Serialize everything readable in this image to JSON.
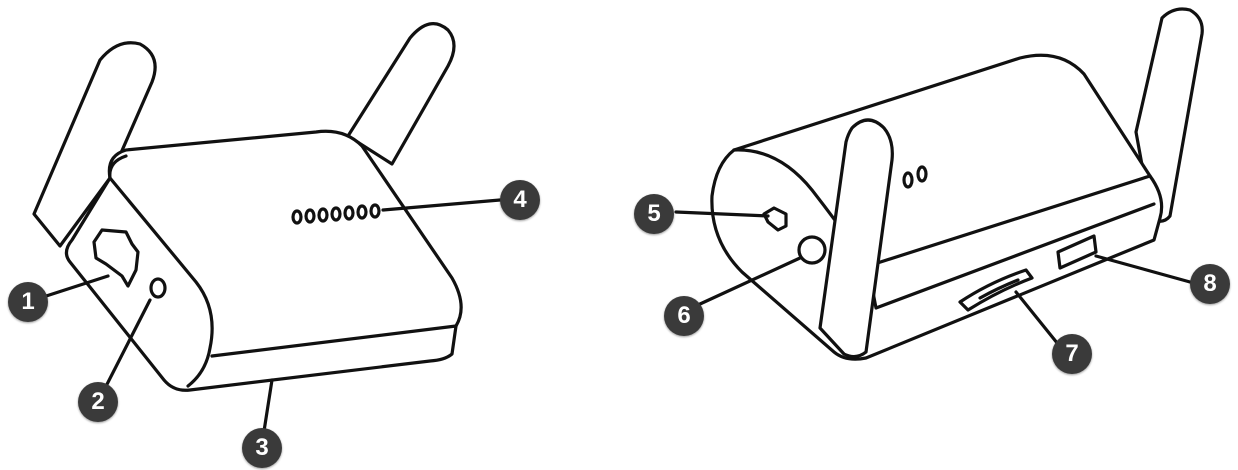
{
  "colors": {
    "badge_bg": "#3a3a3a",
    "badge_text": "#ffffff",
    "line": "#111111"
  },
  "callouts": [
    {
      "id": "port",
      "number": "1"
    },
    {
      "id": "indicator",
      "number": "2"
    },
    {
      "id": "bottom",
      "number": "3"
    },
    {
      "id": "led-bar",
      "number": "4"
    },
    {
      "id": "micro-usb",
      "number": "5"
    },
    {
      "id": "button",
      "number": "6"
    },
    {
      "id": "card-slot",
      "number": "7"
    },
    {
      "id": "usb-port",
      "number": "8"
    }
  ]
}
